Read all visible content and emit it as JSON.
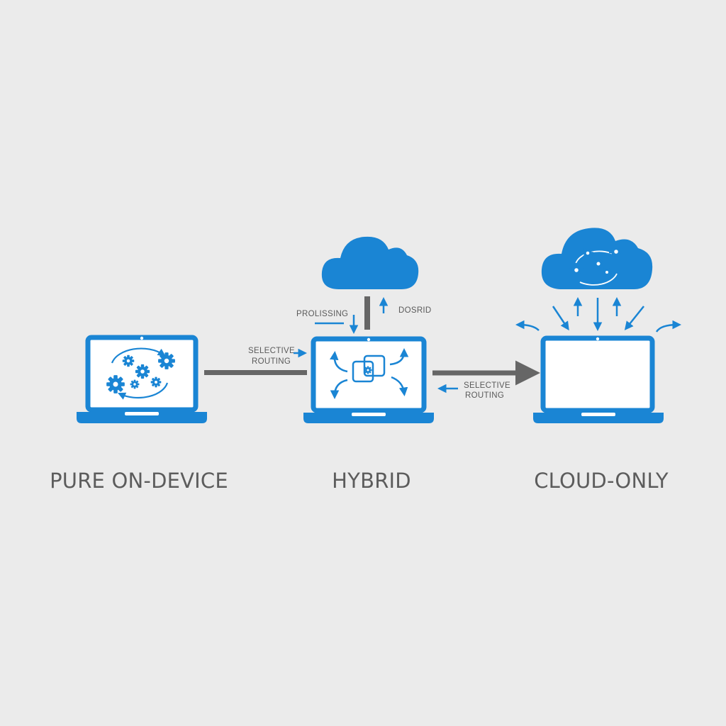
{
  "colors": {
    "accent": "#1a85d4",
    "connector": "#666666",
    "label": "#5c5c5c",
    "background": "#ebebeb"
  },
  "sections": {
    "on_device": {
      "title": "PURE ON-DEVICE"
    },
    "hybrid": {
      "title": "HYBRID"
    },
    "cloud": {
      "title": "CLOUD-ONLY"
    }
  },
  "annotations": {
    "processing": "PROLISSING",
    "dosrid": "DOSRID",
    "routing_left_line1": "SELECTIVE",
    "routing_left_line2": "ROUTING",
    "routing_right_line1": "SELECTIVE",
    "routing_right_line2": "ROUTING"
  },
  "icons": {
    "device_left": "laptop-icon",
    "device_mid": "laptop-icon",
    "device_right": "laptop-icon",
    "cloud_mid": "cloud-icon",
    "cloud_right": "cloud-icon",
    "gears": "gears-icon"
  }
}
